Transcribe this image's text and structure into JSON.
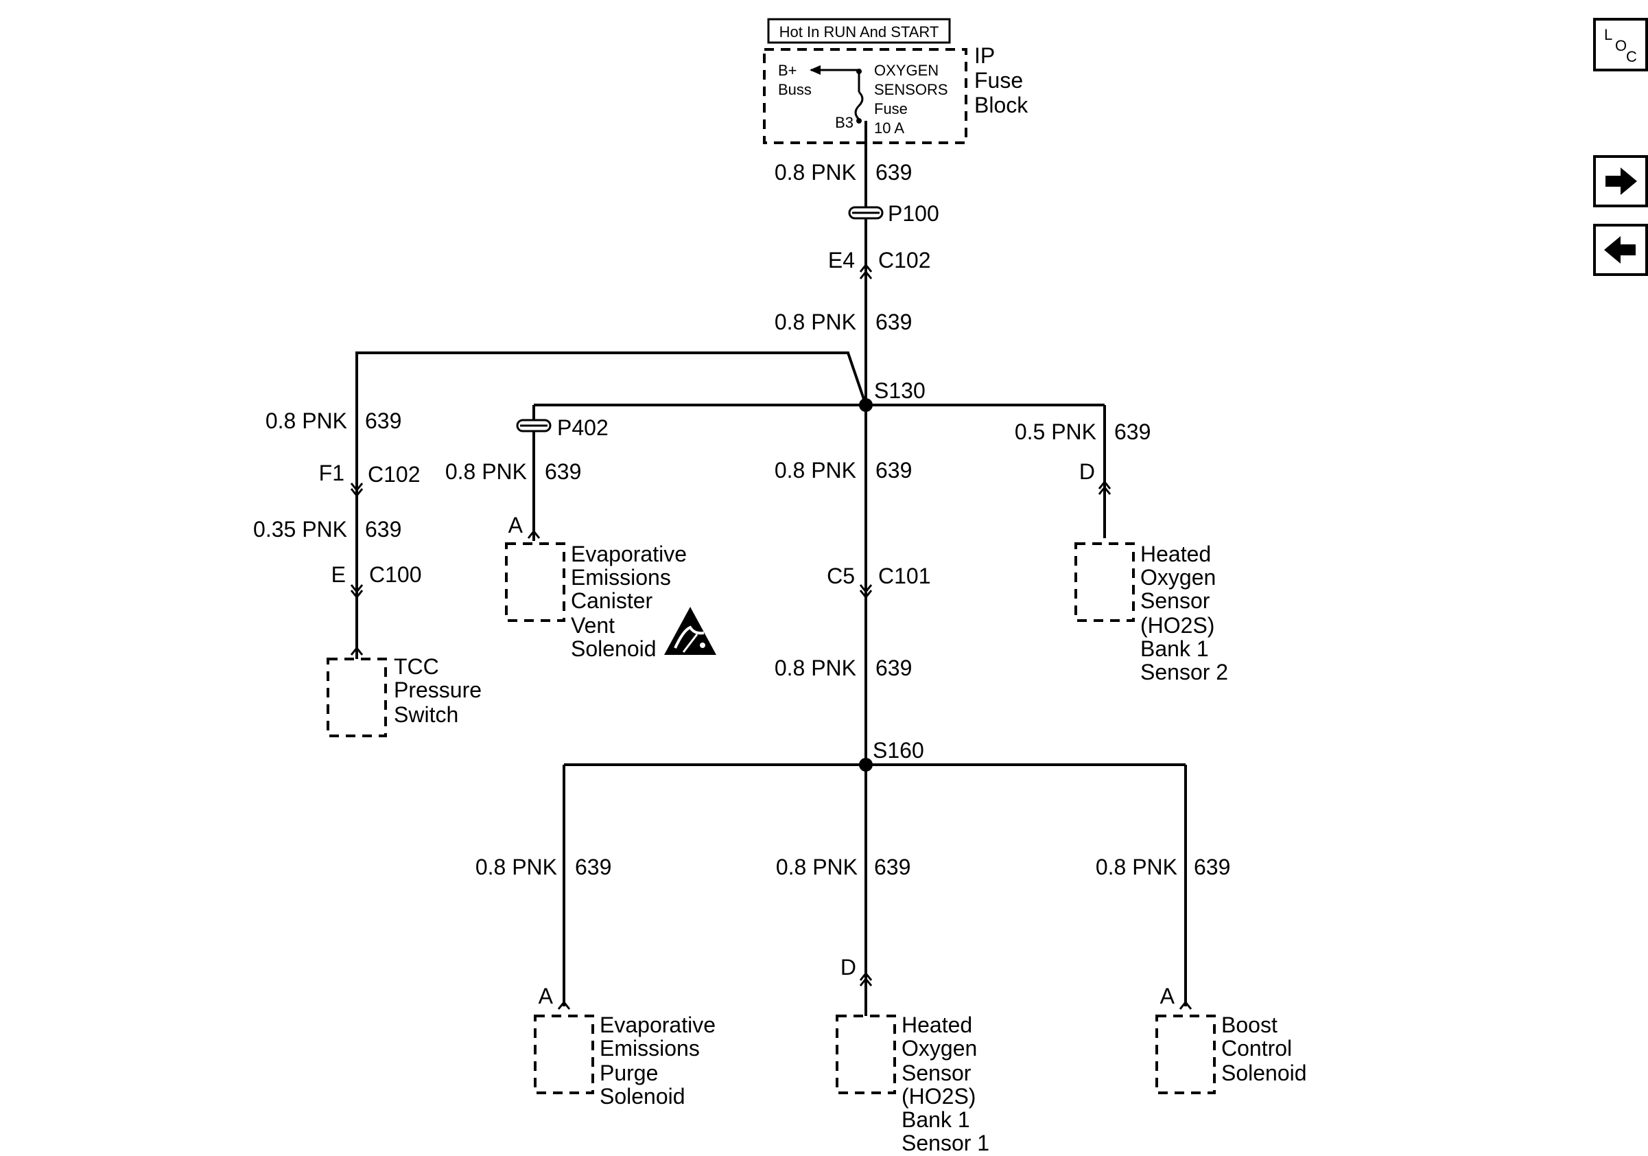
{
  "header": {
    "hot_label": "Hot In RUN And START",
    "fuse_block_title": [
      "IP",
      "Fuse",
      "Block"
    ],
    "bplus": [
      "B+",
      "Buss"
    ],
    "fuse_name": [
      "OXYGEN",
      "SENSORS",
      "Fuse",
      "10 A"
    ],
    "terminal": "B3"
  },
  "nav": {
    "loc": [
      "L",
      "O",
      "C"
    ],
    "next_icon": "arrow-right-icon",
    "prev_icon": "arrow-left-icon"
  },
  "wires": {
    "w1": [
      "0.8 PNK",
      "639"
    ],
    "w2": [
      "0.8 PNK",
      "639"
    ],
    "tcc_a": [
      "0.8 PNK",
      "639"
    ],
    "tcc_b": [
      "0.35 PNK",
      "639"
    ],
    "evap_vent": [
      "0.8 PNK",
      "639"
    ],
    "center_mid": [
      "0.8 PNK",
      "639"
    ],
    "center_low": [
      "0.8 PNK",
      "639"
    ],
    "ho2s2": [
      "0.5 PNK",
      "639"
    ],
    "purge": [
      "0.8 PNK",
      "639"
    ],
    "ho2s1": [
      "0.8 PNK",
      "639"
    ],
    "boost": [
      "0.8 PNK",
      "639"
    ]
  },
  "connectors": {
    "p100": "P100",
    "e4": "E4",
    "c102_top": "C102",
    "s130": "S130",
    "p402": "P402",
    "f1": "F1",
    "c102_left": "C102",
    "e": "E",
    "c100": "C100",
    "a_vent": "A",
    "c5": "C5",
    "c101": "C101",
    "d_ho2s2": "D",
    "s160": "S160",
    "a_purge": "A",
    "d_ho2s1": "D",
    "a_boost": "A"
  },
  "components": {
    "tcc": [
      "TCC",
      "Pressure",
      "Switch"
    ],
    "evap_vent": [
      "Evaporative",
      "Emissions",
      "Canister",
      "Vent",
      "Solenoid"
    ],
    "ho2s2": [
      "Heated",
      "Oxygen",
      "Sensor",
      "(HO2S)",
      "Bank 1",
      "Sensor 2"
    ],
    "purge": [
      "Evaporative",
      "Emissions",
      "Purge",
      "Solenoid"
    ],
    "ho2s1": [
      "Heated",
      "Oxygen",
      "Sensor",
      "(HO2S)",
      "Bank 1",
      "Sensor 1"
    ],
    "boost": [
      "Boost",
      "Control",
      "Solenoid"
    ]
  },
  "icons": {
    "esd": "esd-warning-icon"
  }
}
